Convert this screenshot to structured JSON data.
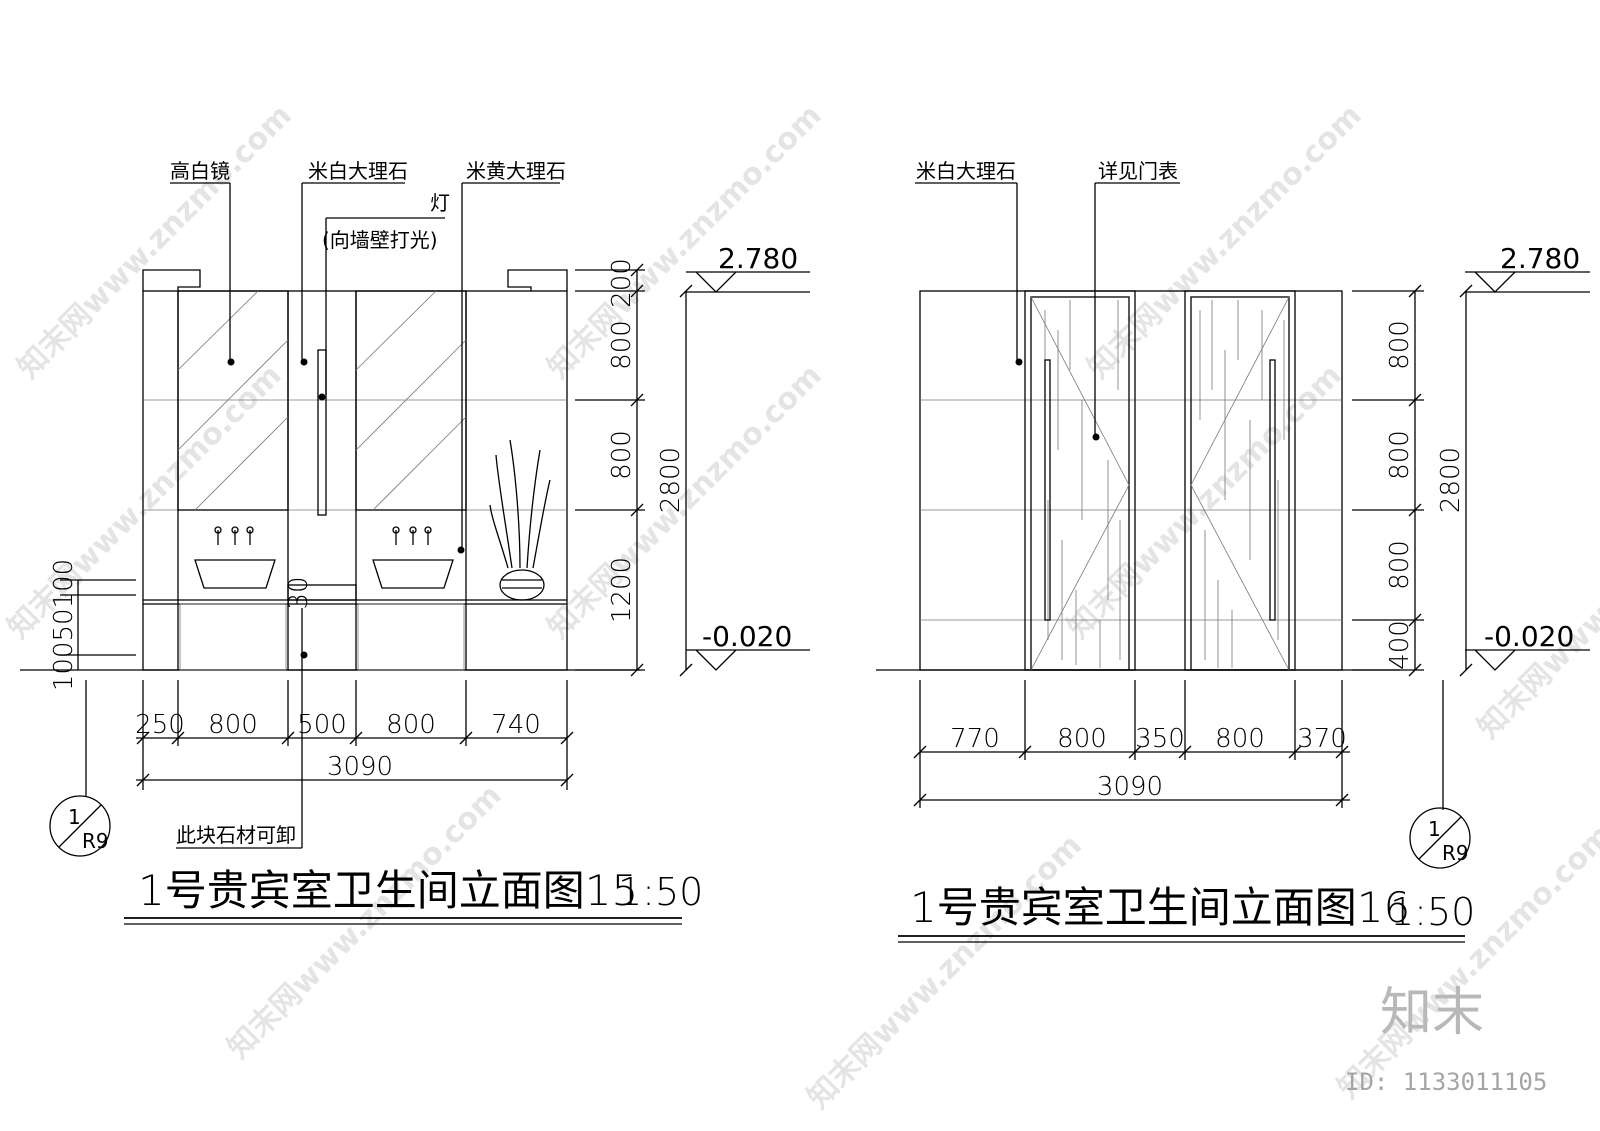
{
  "watermark": {
    "text": "知末网www.znzmo.com",
    "brand": "知末",
    "image_id": "ID: 1133011105"
  },
  "left": {
    "labels": {
      "mirror": "高白镜",
      "white_marble": "米白大理石",
      "beige_marble": "米黄大理石",
      "lamp": "灯",
      "lamp_note": "(向墙壁打光)",
      "removable": "此块石材可卸"
    },
    "level_top": "2.780",
    "level_bottom": "-0.020",
    "vdims": [
      "200",
      "800",
      "800",
      "1200"
    ],
    "vtotal": "2800",
    "left_stack": "10050100",
    "small_dim": "30",
    "hdims": [
      "250",
      "800",
      "500",
      "800",
      "740"
    ],
    "htotal": "3090",
    "callout": {
      "num": "1",
      "ref": "R9"
    },
    "title": "1号贵宾室卫生间立面图15",
    "scale": "1:50"
  },
  "right": {
    "labels": {
      "white_marble": "米白大理石",
      "door_table": "详见门表"
    },
    "level_top": "2.780",
    "level_bottom": "-0.020",
    "vdims": [
      "800",
      "800",
      "800",
      "400"
    ],
    "vtotal": "2800",
    "hdims": [
      "770",
      "800",
      "350",
      "800",
      "370"
    ],
    "htotal": "3090",
    "callout": {
      "num": "1",
      "ref": "R9"
    },
    "title": "1号贵宾室卫生间立面图16",
    "scale": "1:50"
  }
}
